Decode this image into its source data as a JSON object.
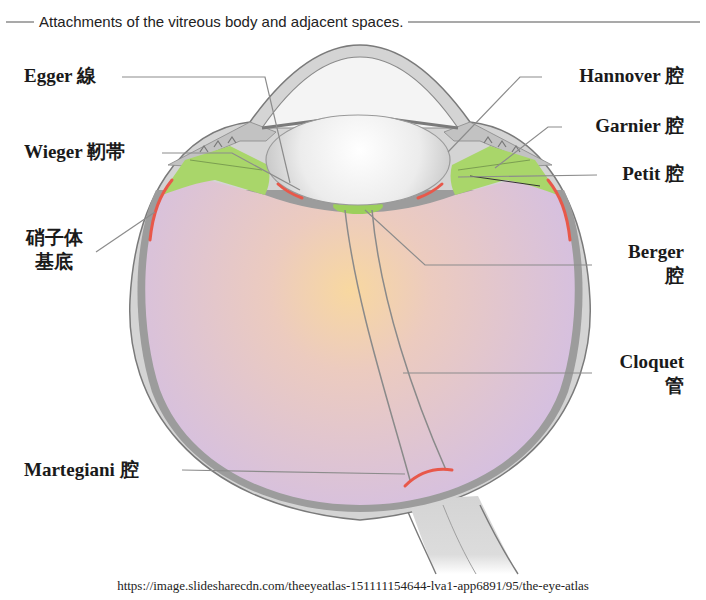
{
  "diagram": {
    "title": "Attachments of the vitreous body and adjacent spaces.",
    "caption": "https://image.slidesharecdn.com/theeyeatlas-151111154644-lva1-app6891/95/the-eye-atlas",
    "labels": [
      "Egger 線",
      "Hannover 腔",
      "Wieger 靭帯",
      "Garnier 腔",
      "Petit 腔",
      "硝子体 基底",
      "Berger 腔",
      "Cloquet 管",
      "Martegiani 腔"
    ]
  }
}
